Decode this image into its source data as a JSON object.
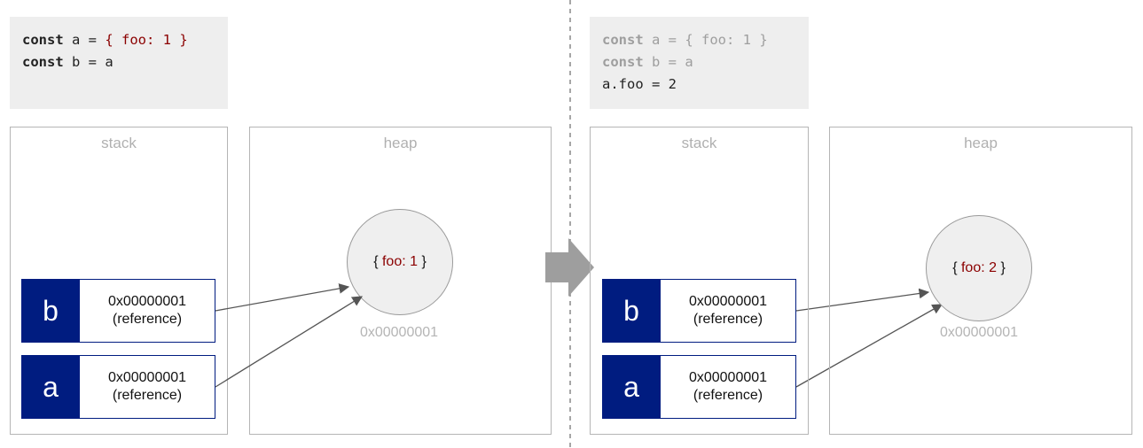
{
  "left": {
    "code": {
      "line1_kw": "const",
      "line1_rest": " a = ",
      "line1_obj": "{ foo: 1 }",
      "line2_kw": "const",
      "line2_rest": " b = a"
    },
    "stack_title": "stack",
    "heap_title": "heap",
    "slots": [
      {
        "name": "b",
        "value": "0x00000001",
        "note": "(reference)"
      },
      {
        "name": "a",
        "value": "0x00000001",
        "note": "(reference)"
      }
    ],
    "object": {
      "open": "{ ",
      "content": "foo: 1",
      "close": " }"
    },
    "address": "0x00000001"
  },
  "right": {
    "code": {
      "line1_kw": "const",
      "line1_rest": " a = { foo: 1 }",
      "line2_kw": "const",
      "line2_rest": " b = a",
      "line3": "a.foo = 2"
    },
    "stack_title": "stack",
    "heap_title": "heap",
    "slots": [
      {
        "name": "b",
        "value": "0x00000001",
        "note": "(reference)"
      },
      {
        "name": "a",
        "value": "0x00000001",
        "note": "(reference)"
      }
    ],
    "object": {
      "open": "{ ",
      "content": "foo: 2",
      "close": " }"
    },
    "address": "0x00000001"
  },
  "colors": {
    "slot_fill": "#001c80",
    "highlight": "#8b0000",
    "muted": "#b0b0b0",
    "arrow": "#555555"
  }
}
